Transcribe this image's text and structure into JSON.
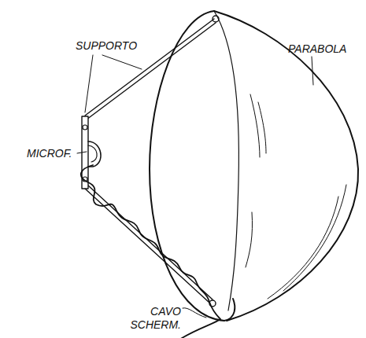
{
  "diagram": {
    "labels": [
      "SUPPORTO",
      "PARABOLA",
      "MICROF.",
      "CAVO SCHERM."
    ]
  }
}
